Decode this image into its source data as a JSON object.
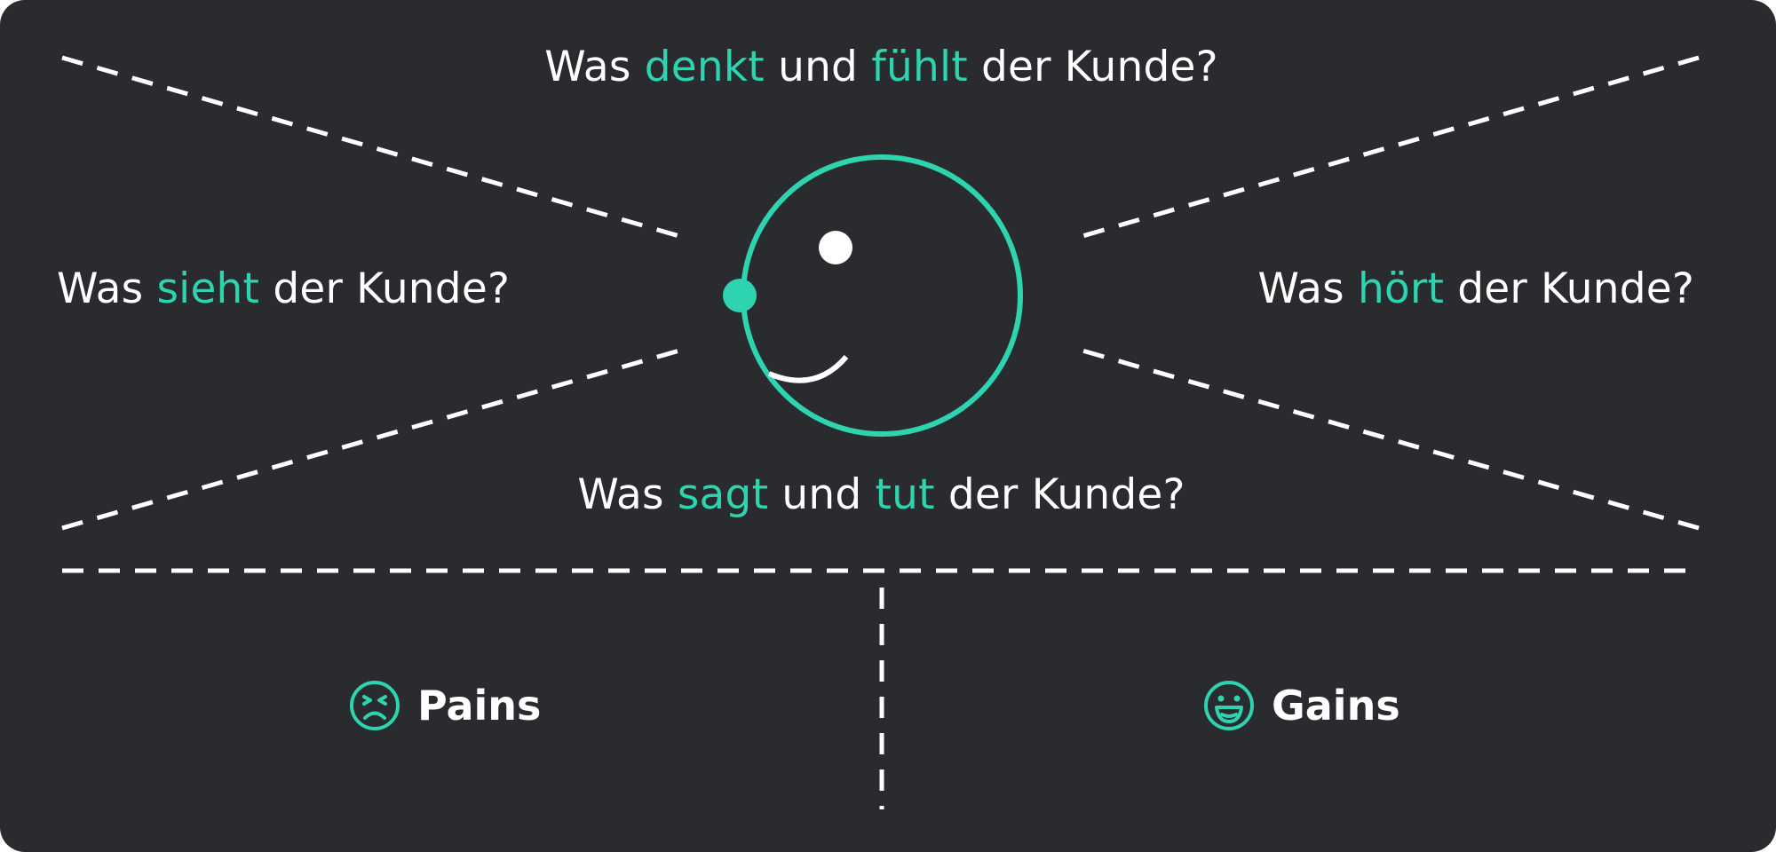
{
  "questions": {
    "top": {
      "pre": "Was ",
      "hl1": "denkt",
      "mid": " und ",
      "hl2": "fühlt",
      "post": " der Kunde?"
    },
    "left": {
      "pre": "Was ",
      "hl1": "sieht",
      "post": " der Kunde?"
    },
    "right": {
      "pre": "Was ",
      "hl1": "hört",
      "post": " der Kunde?"
    },
    "bottom": {
      "pre": "Was ",
      "hl1": "sagt",
      "mid": " und ",
      "hl2": "tut",
      "post": " der Kunde?"
    }
  },
  "sections": {
    "pains": {
      "label": "Pains",
      "icon": "sad-face-icon"
    },
    "gains": {
      "label": "Gains",
      "icon": "happy-face-icon"
    }
  },
  "center_icon": "customer-head-icon",
  "colors": {
    "background": "#2a2b2f",
    "accent": "#2ed3b0",
    "text": "#ffffff"
  }
}
